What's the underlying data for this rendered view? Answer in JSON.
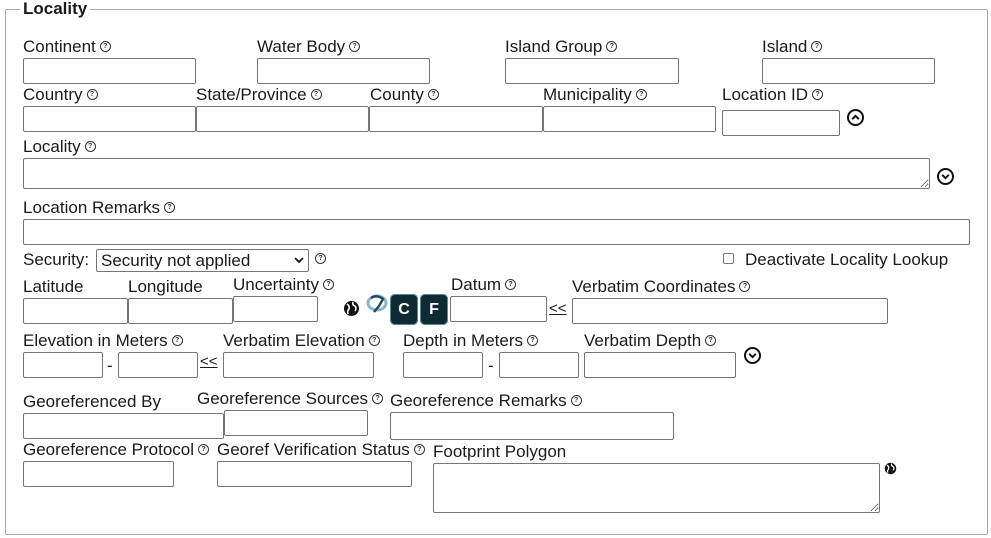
{
  "legend": "Locality",
  "row1": {
    "continent": "Continent",
    "water_body": "Water Body",
    "island_group": "Island Group",
    "island": "Island"
  },
  "row2": {
    "country": "Country",
    "state": "State/Province",
    "county": "County",
    "municipality": "Municipality",
    "location_id": "Location ID"
  },
  "locality_label": "Locality",
  "location_remarks_label": "Location Remarks",
  "security": {
    "label": "Security:",
    "selected": "Security not applied"
  },
  "deactivate_label": "Deactivate Locality Lookup",
  "coords": {
    "latitude": "Latitude",
    "longitude": "Longitude",
    "uncertainty": "Uncertainty",
    "c_button": "C",
    "f_button": "F",
    "datum": "Datum",
    "copy": "<<",
    "verbatim": "Verbatim Coordinates"
  },
  "elevation": {
    "meters": "Elevation in Meters",
    "dash": "-",
    "copy": "<<",
    "verbatim": "Verbatim Elevation",
    "depth": "Depth in Meters",
    "depth_dash": "-",
    "verbatim_depth": "Verbatim Depth"
  },
  "georef": {
    "by": "Georeferenced By",
    "sources": "Georeference Sources",
    "remarks": "Georeference Remarks",
    "protocol": "Georeference Protocol",
    "verification": "Georef Verification Status",
    "footprint": "Footprint Polygon"
  },
  "icons": {
    "help": "help-circle-icon",
    "globe": "globe-icon",
    "chevron_up": "chevron-up-circle-icon",
    "chevron_down": "chevron-down-circle-icon"
  }
}
